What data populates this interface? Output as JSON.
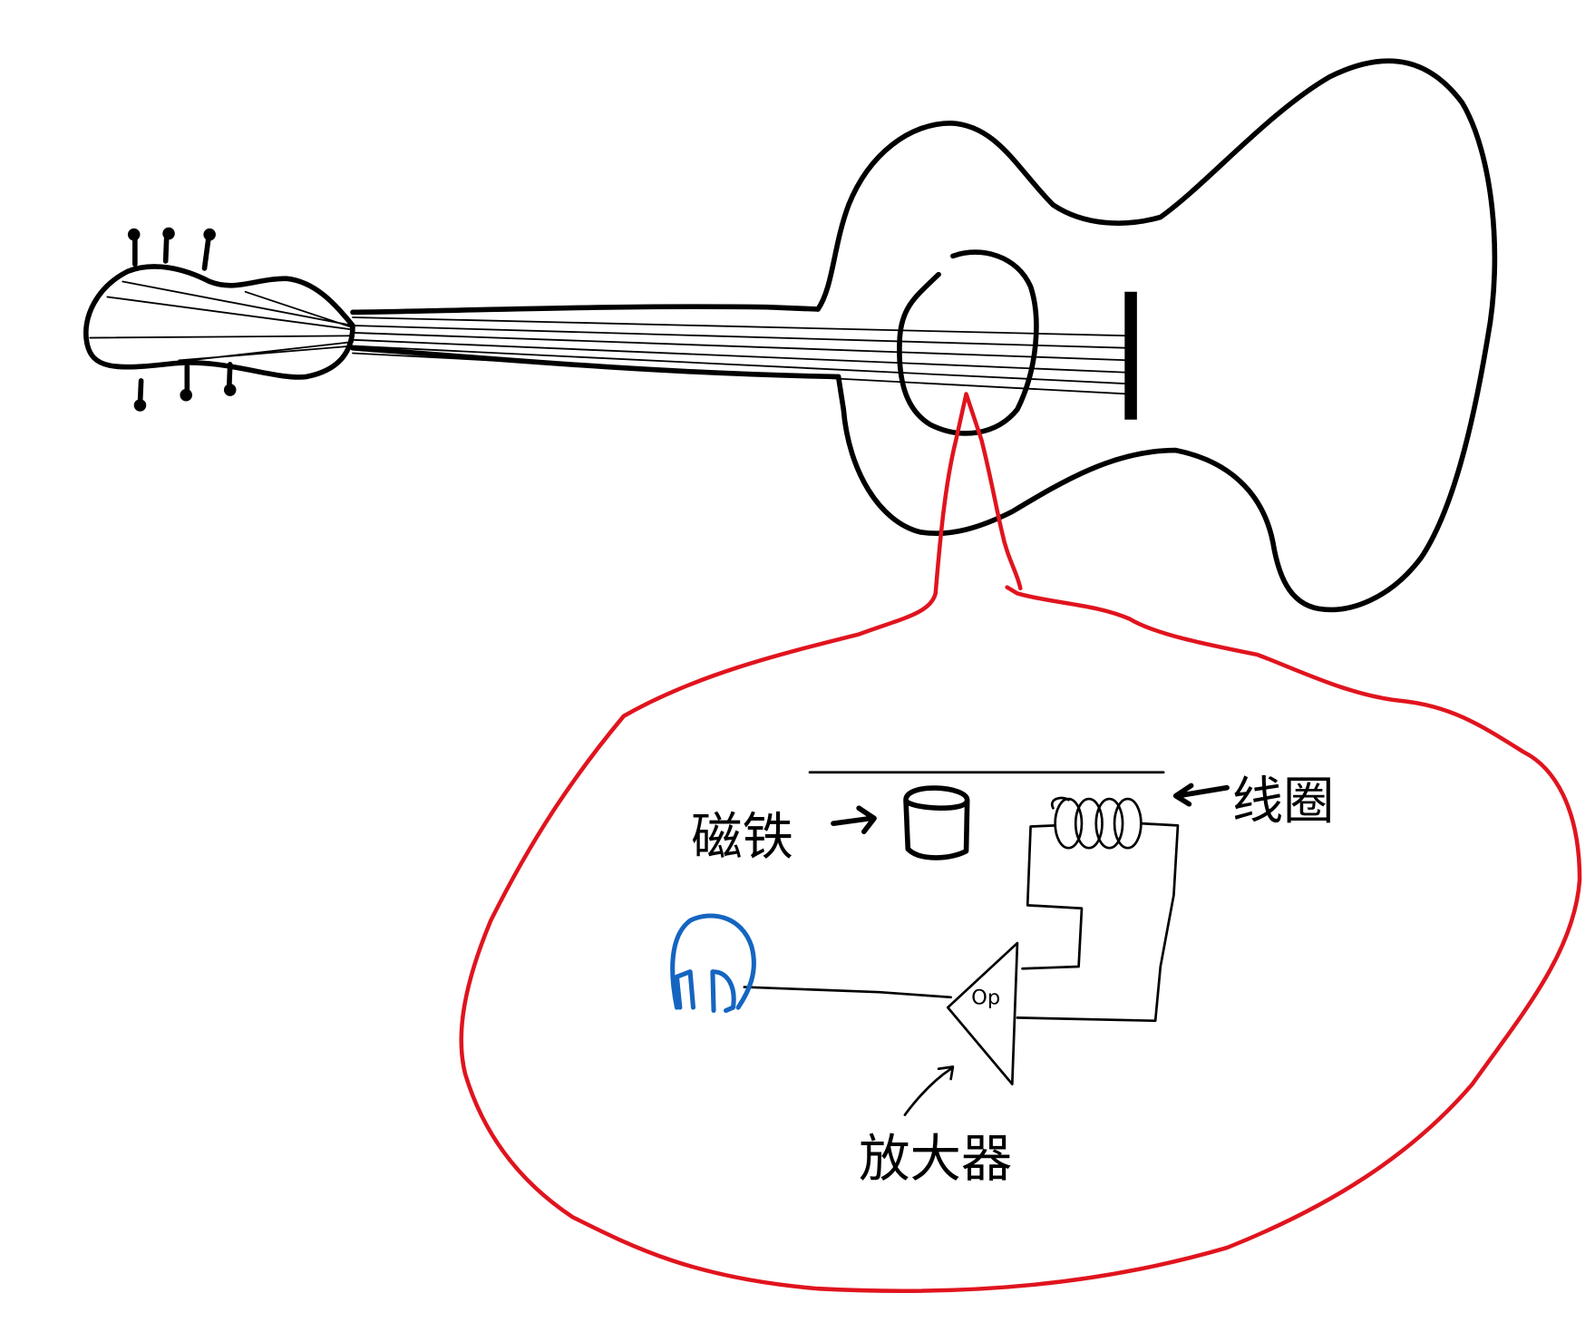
{
  "labels": {
    "magnet": "磁铁",
    "coil": "线圈",
    "amplifier": "放大器",
    "op_amp": "Op"
  },
  "colors": {
    "outline": "#000000",
    "detail_callout": "#e0141e",
    "speaker": "#1565c0"
  }
}
